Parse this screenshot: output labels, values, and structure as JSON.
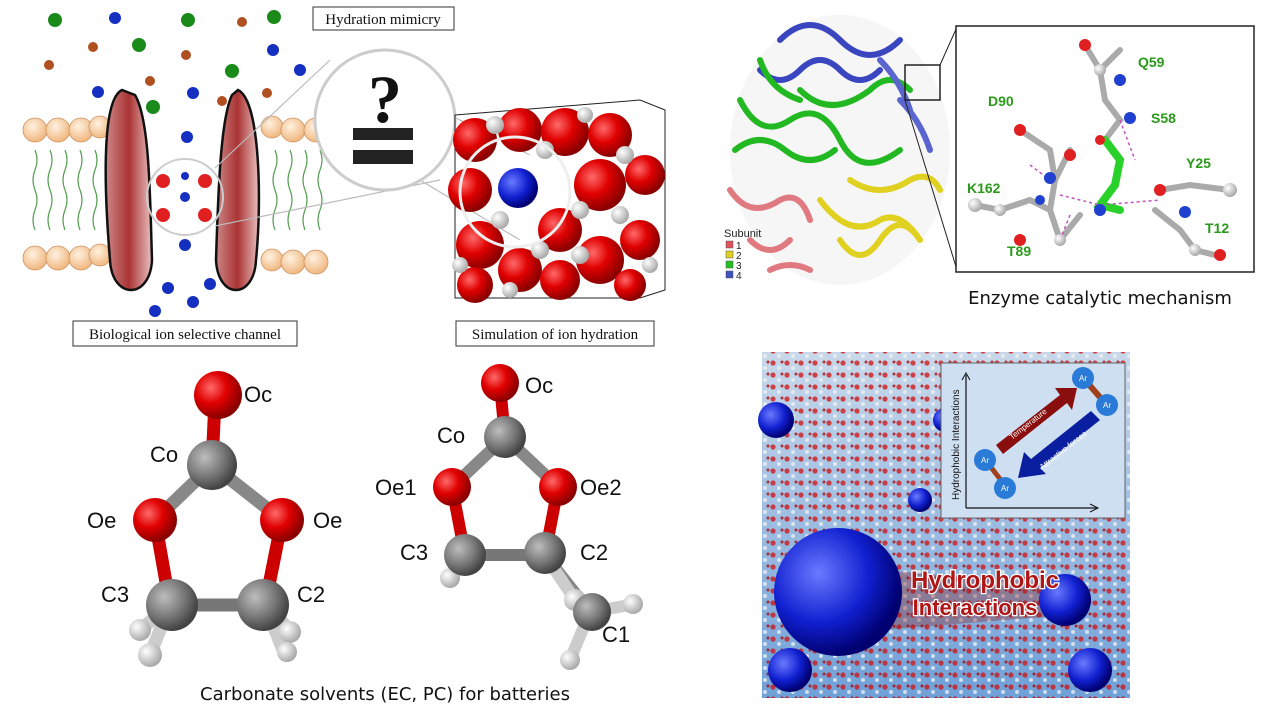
{
  "panels": {
    "hydration": {
      "title_label": "Hydration mimicry",
      "channel_label": "Biological ion selective channel",
      "simulation_label": "Simulation of ion hydration",
      "question_mark": "?",
      "equals_sign": "="
    },
    "enzyme": {
      "caption": "Enzyme catalytic mechanism",
      "legend_title": "Subunit",
      "legend": [
        {
          "label": "1",
          "color": "#e05060"
        },
        {
          "label": "2",
          "color": "#e0d020"
        },
        {
          "label": "3",
          "color": "#20c020"
        },
        {
          "label": "4",
          "color": "#4050c0"
        }
      ],
      "residues": [
        "Q59",
        "S58",
        "D90",
        "Y25",
        "K162",
        "T12",
        "T89"
      ]
    },
    "carbonate": {
      "caption": "Carbonate solvents (EC, PC) for batteries",
      "ec_atoms": [
        "Oc",
        "Co",
        "Oe",
        "Oe",
        "C3",
        "C2"
      ],
      "pc_atoms": [
        "Oc",
        "Co",
        "Oe1",
        "Oe2",
        "C3",
        "C2",
        "C1"
      ]
    },
    "hydrophobic": {
      "title_line1": "Hydrophobic",
      "title_line2": "Interactions",
      "inset_ylabel": "Hydrophobic Interactions",
      "arrow_up_label": "Temperature",
      "arrow_down_label": "Attractive forces",
      "atom_label": "Ar"
    }
  }
}
